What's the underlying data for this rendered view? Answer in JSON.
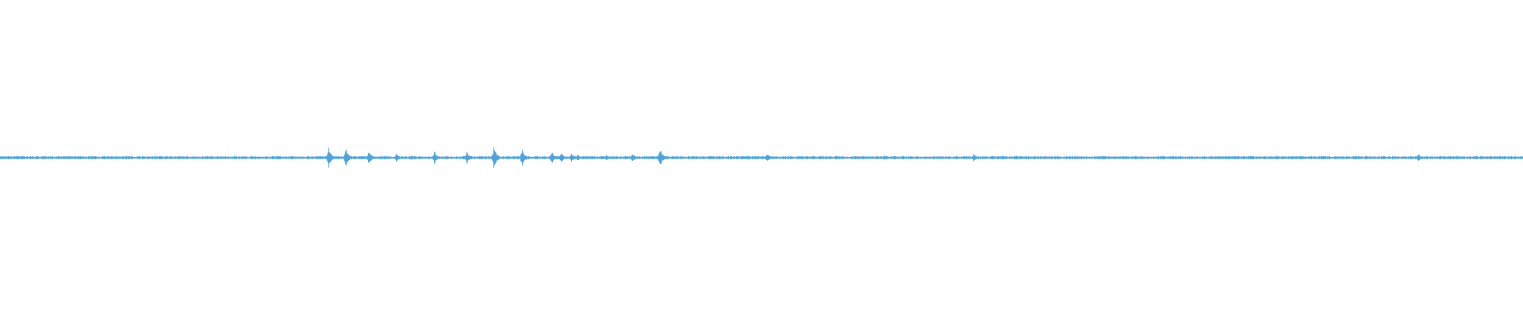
{
  "waveform": {
    "color": "#4ea3dc",
    "background": "#ffffff",
    "duration_fraction_markers": [],
    "bursts": [
      {
        "t": 0.2155,
        "amp": 0.035
      },
      {
        "t": 0.2268,
        "amp": 0.03
      },
      {
        "t": 0.2418,
        "amp": 0.025
      },
      {
        "t": 0.26,
        "amp": 0.015
      },
      {
        "t": 0.2696,
        "amp": 0.008
      },
      {
        "t": 0.285,
        "amp": 0.022
      },
      {
        "t": 0.3062,
        "amp": 0.02
      },
      {
        "t": 0.324,
        "amp": 0.04
      },
      {
        "t": 0.3425,
        "amp": 0.03
      },
      {
        "t": 0.3618,
        "amp": 0.022
      },
      {
        "t": 0.368,
        "amp": 0.018
      },
      {
        "t": 0.375,
        "amp": 0.015
      },
      {
        "t": 0.379,
        "amp": 0.012
      },
      {
        "t": 0.398,
        "amp": 0.01
      },
      {
        "t": 0.415,
        "amp": 0.015
      },
      {
        "t": 0.433,
        "amp": 0.032
      },
      {
        "t": 0.491,
        "amp": 0.008
      },
      {
        "t": 0.5035,
        "amp": 0.015
      },
      {
        "t": 0.533,
        "amp": 0.006
      },
      {
        "t": 0.549,
        "amp": 0.006
      },
      {
        "t": 0.58,
        "amp": 0.008
      },
      {
        "t": 0.623,
        "amp": 0.006
      },
      {
        "t": 0.639,
        "amp": 0.012
      },
      {
        "t": 0.658,
        "amp": 0.009
      },
      {
        "t": 0.667,
        "amp": 0.008
      },
      {
        "t": 0.718,
        "amp": 0.005
      },
      {
        "t": 0.725,
        "amp": 0.006
      },
      {
        "t": 0.908,
        "amp": 0.008
      },
      {
        "t": 0.931,
        "amp": 0.012
      }
    ]
  }
}
